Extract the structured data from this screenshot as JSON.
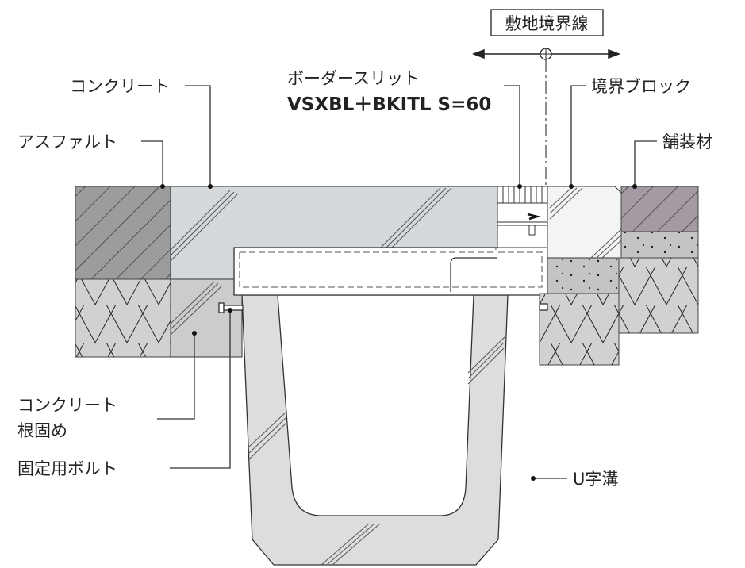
{
  "title_box": "敷地境界線",
  "labels": {
    "concrete": "コンクリート",
    "asphalt": "アスファルト",
    "border_slit": "ボーダースリット",
    "product_code": "VSXBL＋BKITL  S=60",
    "boundary_block": "境界ブロック",
    "paving_material": "舗装材",
    "concrete_root_line1": "コンクリート",
    "concrete_root_line2": "根固め",
    "fixing_bolt": "固定用ボルト",
    "u_ditch": "U字溝"
  },
  "colors": {
    "asphalt": "#9a9c9e",
    "concrete": "#d4d8db",
    "subgrade": "#d0d1d2",
    "concrete_root": "#cbcccc",
    "paving": "#a39aa3",
    "gravel": "#c4c4c4",
    "u_ditch": "#dcdedd",
    "boundary_block": "#f3f5f4"
  }
}
